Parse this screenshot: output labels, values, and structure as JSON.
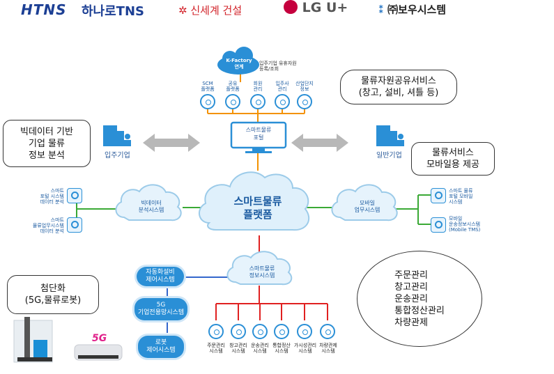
{
  "logos": {
    "htns": "HTNS",
    "hanaro": "하나로TNS",
    "shinsegae": "신세계 건설",
    "lg": "LG U+",
    "bowoo": "㈜보우시스템"
  },
  "top_cloud": {
    "title": "K-Factory\n연계",
    "desc": "입주기업 유휴자원\n등록/조회"
  },
  "top_modules": [
    "SCM\n플랫폼",
    "공유\n플랫폼",
    "회원\n관리",
    "입주사\n관리",
    "산업단지\n정보"
  ],
  "portal": "스마트물류\n포털",
  "tenant": "입주기업",
  "general": "일반기업",
  "main_cloud": "스마트물류\n플랫폼",
  "bigdata_cloud": "빅데이터\n분석시스템",
  "mobile_cloud": "모바일\n업무시스템",
  "info_cloud": "스마트물류\n정보시스템",
  "left_items": [
    "스마트\n포털 시스템\n데이터 분석",
    "스마트\n물류업무시스템\n데이터 분석"
  ],
  "right_items": [
    "스마트 물류\n포털 모바일\n시스템",
    "모바일\n운송정보시스템\n(Mobile TMS)"
  ],
  "stack": [
    "자동화설비\n제어시스템",
    "5G\n기업전용망시스템",
    "로봇\n제어시스템"
  ],
  "bottom_modules": [
    "주문관리\n시스템",
    "창고관리\n시스템",
    "운송관리\n시스템",
    "통합정산\n시스템",
    "가시성관리\n시스템",
    "차량관제\n시스템"
  ],
  "bubbles": {
    "bigdata": "빅데이터 기반\n기업 물류\n정보 분석",
    "share": "물류자원공유서비스\n(창고, 설비, 셔틀 등)",
    "mobile": "물류서비스\n모바일용 제공",
    "tech": "첨단화\n(5G,물류로봇)",
    "functions": "주문관리\n창고관리\n운송관리\n통합정산관리\n차량관제"
  },
  "badge_5g": "5G",
  "colors": {
    "accent": "#2a8fd6",
    "orange": "#f39200",
    "green": "#3aa935",
    "red": "#e02020",
    "blue_line": "#3366cc"
  }
}
